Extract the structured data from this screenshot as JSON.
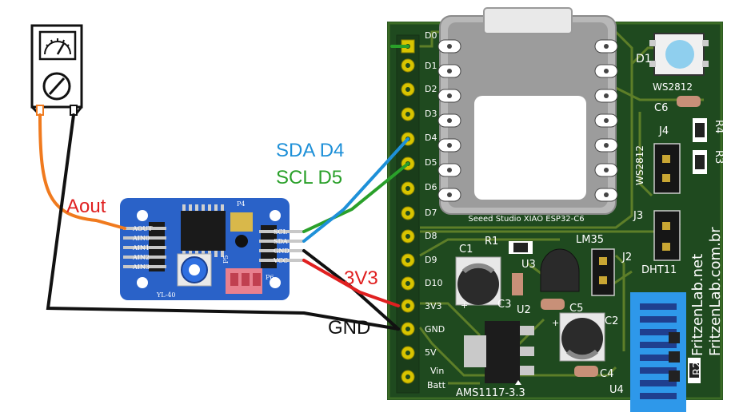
{
  "labels": {
    "sda": "SDA D4",
    "scl": "SCL D5",
    "aout": "Aout",
    "v3v3": "3V3",
    "gnd": "GND"
  },
  "module": {
    "pins_left": [
      "AOUT",
      "AIN0",
      "AIN1",
      "AIN2",
      "AIN3"
    ],
    "pins_right": [
      "SCL",
      "SDA",
      "GND",
      "VCC"
    ],
    "p4": "P4",
    "p5": "P5",
    "p6": "P6",
    "bottom": "YL-40"
  },
  "board": {
    "pins": [
      "D0",
      "D1",
      "D2",
      "D3",
      "D4",
      "D5",
      "D6",
      "D7",
      "D8",
      "D9",
      "D10",
      "3V3",
      "GND",
      "5V",
      "Vin",
      "Batt"
    ],
    "xiao_label": "Seeed Studio XIAO ESP32-C6",
    "d1": "D1",
    "ws2812": "WS2812",
    "c6": "C6",
    "r4": "R4",
    "j4": "J4",
    "r3": "R3",
    "ws2812_vertical": "WS2812",
    "j3": "J3",
    "c1": "C1",
    "r1": "R1",
    "lm35": "LM35",
    "u3": "U3",
    "j2": "J2",
    "c3": "C3",
    "u2": "U2",
    "c5": "C5",
    "c2": "C2",
    "c4": "C4",
    "dht11": "DHT11",
    "fritzen1": "FritzenLab.net",
    "fritzen2": "FritzenLab.com.br",
    "r2": "R2",
    "u4": "U4",
    "ams": "AMS1117-3.3",
    "plus1": "+",
    "plus2": "+"
  },
  "colors": {
    "pcb": "#1f4a1f",
    "trace": "#6b8f2a",
    "pad": "#d8c400",
    "module": "#2a62c8",
    "sda_wire": "#1e90d8",
    "scl_wire": "#2aa02a",
    "vcc_wire": "#e02020",
    "gnd_wire": "#111111",
    "aout_wire": "#f07a1e"
  }
}
